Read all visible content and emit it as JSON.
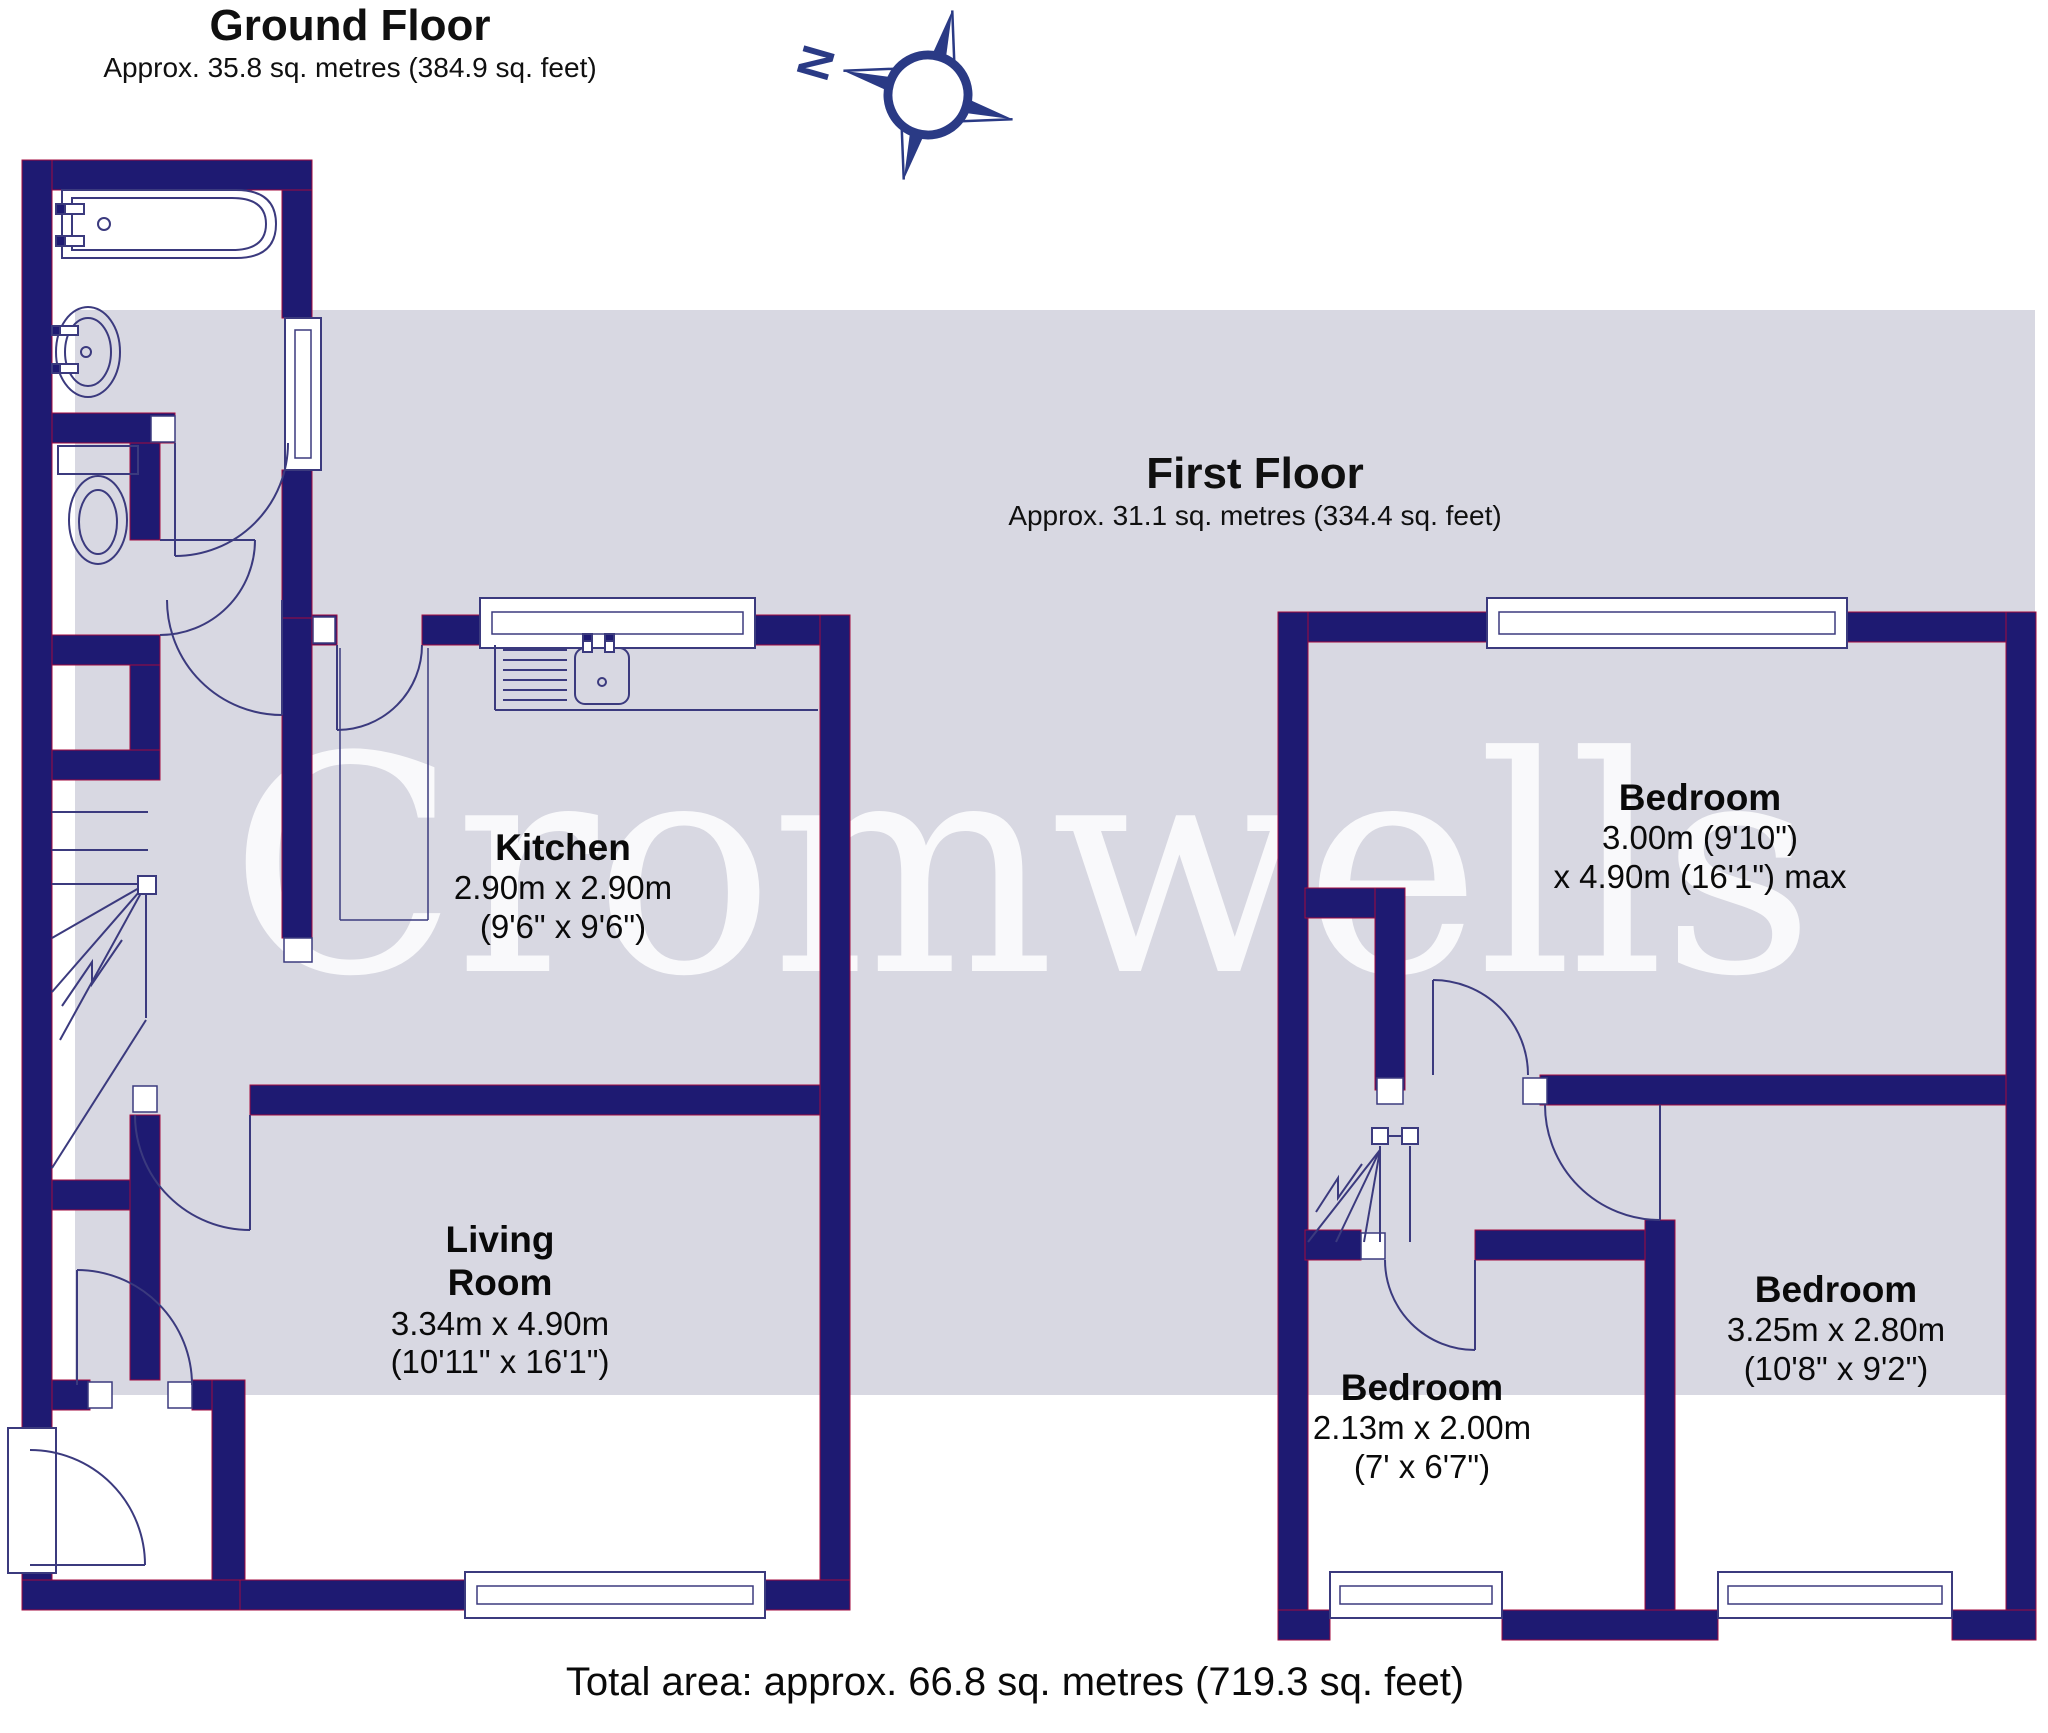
{
  "watermark": "Cromwells",
  "compass": {
    "north_label": "N"
  },
  "ground_floor": {
    "title": "Ground Floor",
    "subtitle": "Approx. 35.8 sq. metres (384.9 sq. feet)",
    "rooms": [
      {
        "name": "Kitchen",
        "dim_metric": "2.90m x 2.90m",
        "dim_imperial": "(9'6\" x 9'6\")"
      },
      {
        "name_line1": "Living",
        "name_line2": "Room",
        "dim_metric": "3.34m x 4.90m",
        "dim_imperial": "(10'11\" x 16'1\")"
      }
    ]
  },
  "first_floor": {
    "title": "First Floor",
    "subtitle": "Approx. 31.1 sq. metres (334.4 sq. feet)",
    "rooms": [
      {
        "name": "Bedroom",
        "dim_metric": "3.00m (9'10\")",
        "dim_imperial": "x 4.90m (16'1\") max"
      },
      {
        "name": "Bedroom",
        "dim_metric": "3.25m x 2.80m",
        "dim_imperial": "(10'8\" x 9'2\")"
      },
      {
        "name": "Bedroom",
        "dim_metric": "2.13m x 2.00m",
        "dim_imperial": "(7' x 6'7\")"
      }
    ]
  },
  "footer": {
    "total_area": "Total area: approx. 66.8 sq. metres (719.3 sq. feet)"
  },
  "colors": {
    "wall_navy": "#1e1a72",
    "wall_hairline": "#a30b3f",
    "thin_line_navy": "#3b3a7e",
    "band_gray": "#d8d8e2",
    "compass_navy": "#2a3a85",
    "label_black": "#0a0a0a"
  }
}
